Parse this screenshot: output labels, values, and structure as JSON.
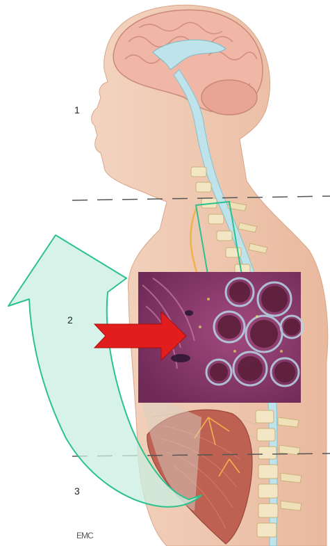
{
  "figure": {
    "region_labels": [
      "1",
      "2",
      "3"
    ],
    "credit_text": "EMC",
    "colors": {
      "skin": "#f1cdb6",
      "skin_shadow": "#e2b296",
      "brain": "#f0b7a6",
      "csf": "#bfe3ea",
      "bone": "#f2e6c4",
      "muscle": "#b9574a",
      "nerve": "#f2b24a",
      "arrow_teal_fill": "#c9efe2",
      "arrow_teal_stroke": "#2cc28e",
      "arrow_red": "#e21d1d",
      "histology_bg": "#8a3a6e",
      "histology_cells": "#5b1f3a",
      "histology_stroma": "#b7d6e6"
    },
    "icons": {
      "red_arrow": "arrow-right-icon",
      "teal_arrow": "curved-arrow-up-icon"
    }
  }
}
